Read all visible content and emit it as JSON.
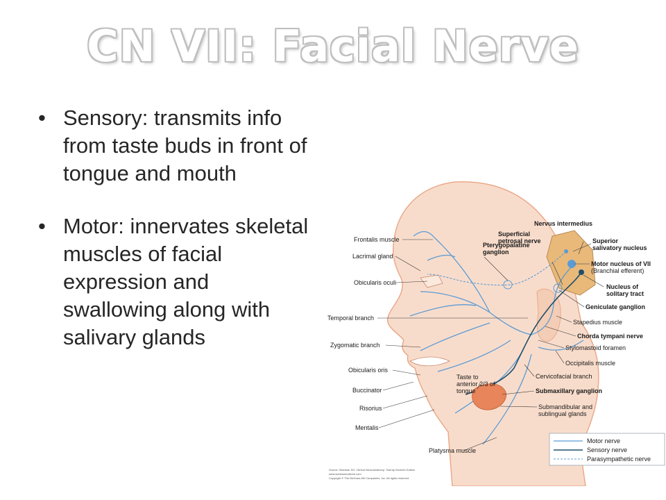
{
  "slide": {
    "title": "CN VII: Facial Nerve",
    "bullets": [
      "Sensory: transmits info from taste buds in front of tongue and mouth",
      "Motor: innervates skeletal muscles of facial expression and swallowing along with salivary glands"
    ],
    "bullet_glyph": "•"
  },
  "diagram": {
    "labels_left": {
      "frontalis": "Frontalis muscle",
      "lacrimal": "Lacrimal gland",
      "orbicularis_oculi": "Obicularis oculi",
      "temporal": "Temporal branch",
      "zygomatic": "Zygomatic branch",
      "orbicularis_oris": "Obicularis oris",
      "buccinator": "Buccinator",
      "risorius": "Risorius",
      "mentalis": "Mentalis",
      "platysma": "Platysma muscle"
    },
    "labels_center": {
      "superficial_petrosal_1": "Superficial",
      "superficial_petrosal_2": "petrosal nerve",
      "pterygopalatine_1": "Pterygopalatine",
      "pterygopalatine_2": "ganglion",
      "nervus_intermedius": "Nervus intermedius",
      "taste_1": "Taste to",
      "taste_2": "anterior 2/3 of",
      "taste_3": "tongue"
    },
    "labels_right": {
      "superior_salivatory_1": "Superior",
      "superior_salivatory_2": "salivatory nucleus",
      "motor_nucleus_1": "Motor nucleus of VII",
      "motor_nucleus_2": "(Branchial efferent)",
      "solitary_1": "Nucleus of",
      "solitary_2": "solitary tract",
      "geniculate": "Geniculate ganglion",
      "stapedius": "Stapedius muscle",
      "chorda": "Chorda tympani nerve",
      "stylomastoid": "Stylomastoid foramen",
      "occipitalis": "Occipitalis muscle",
      "cervicofacial": "Cervicofacial branch",
      "submaxillary": "Submaxillary ganglion",
      "submandibular_1": "Submandibular and",
      "submandibular_2": "sublingual glands"
    },
    "legend": {
      "motor": "Motor nerve",
      "sensory": "Sensory nerve",
      "parasympathetic": "Parasympathetic nerve"
    },
    "source": {
      "line1": "Source: Waxman SG: Clinical Neuroanatomy: Twenty-Seventh Edition",
      "line2": "www.accessmedicine.com",
      "line3": "Copyright © The McGraw-Hill Companies, Inc. All rights reserved."
    },
    "colors": {
      "skin": "#f8dccb",
      "skin_outline": "#e9a98a",
      "motor": "#5b9bd5",
      "sensory": "#1f4e6b",
      "parasympathetic": "#5b9bd5",
      "brainstem": "#e9b97a",
      "gland": "#e8855a"
    }
  }
}
